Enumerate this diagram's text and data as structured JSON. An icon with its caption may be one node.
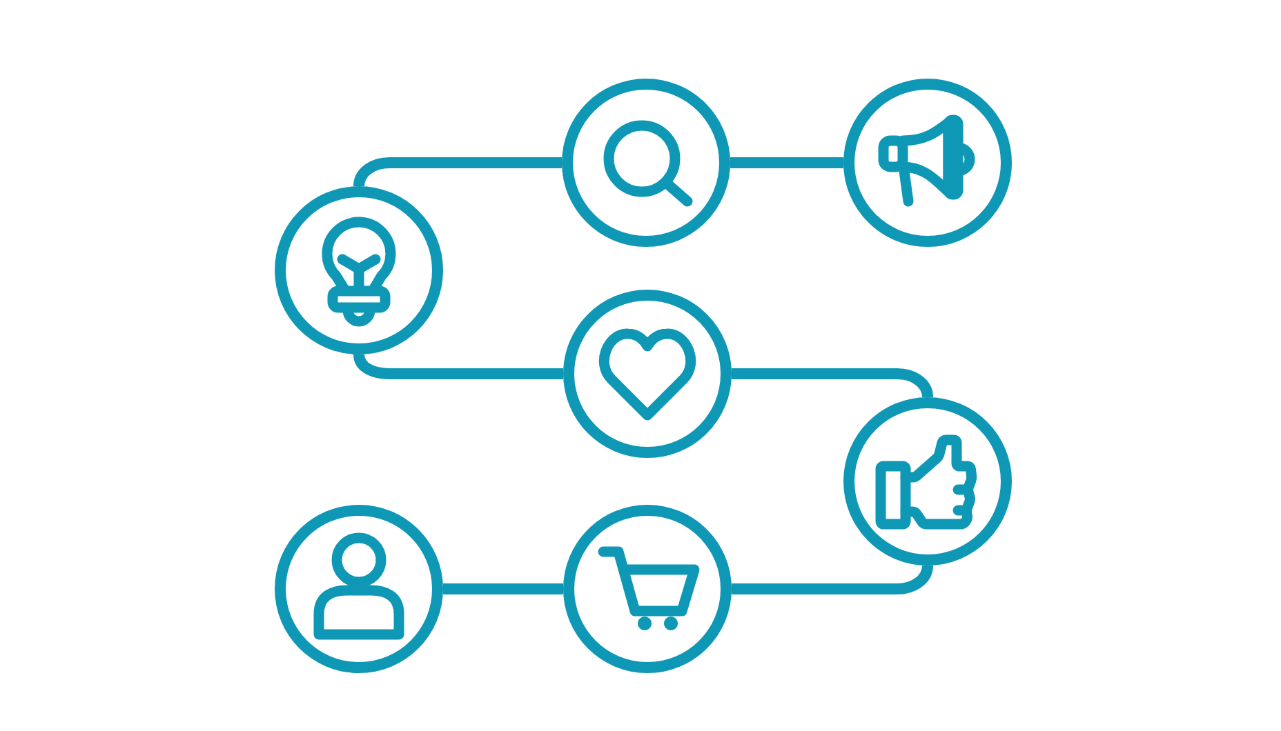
{
  "diagram": {
    "nodes": [
      {
        "text": [],
        "shape": "circle"
      },
      {
        "text": [],
        "shape": "circle"
      },
      {
        "text": [],
        "shape": "circle"
      },
      {
        "text": [],
        "shape": "circle"
      },
      {
        "text": [],
        "shape": "circle"
      },
      {
        "text": [],
        "shape": "circle"
      },
      {
        "text": [],
        "shape": "circle"
      }
    ],
    "edges": [
      {
        "from": 1,
        "to": 0,
        "arrow": "none"
      },
      {
        "from": 0,
        "to": 2,
        "arrow": "none"
      },
      {
        "from": 2,
        "to": 3,
        "arrow": "none"
      },
      {
        "from": 3,
        "to": 4,
        "arrow": "none"
      },
      {
        "from": 4,
        "to": 6,
        "arrow": "none"
      },
      {
        "from": 6,
        "to": 5,
        "arrow": "none"
      }
    ]
  }
}
